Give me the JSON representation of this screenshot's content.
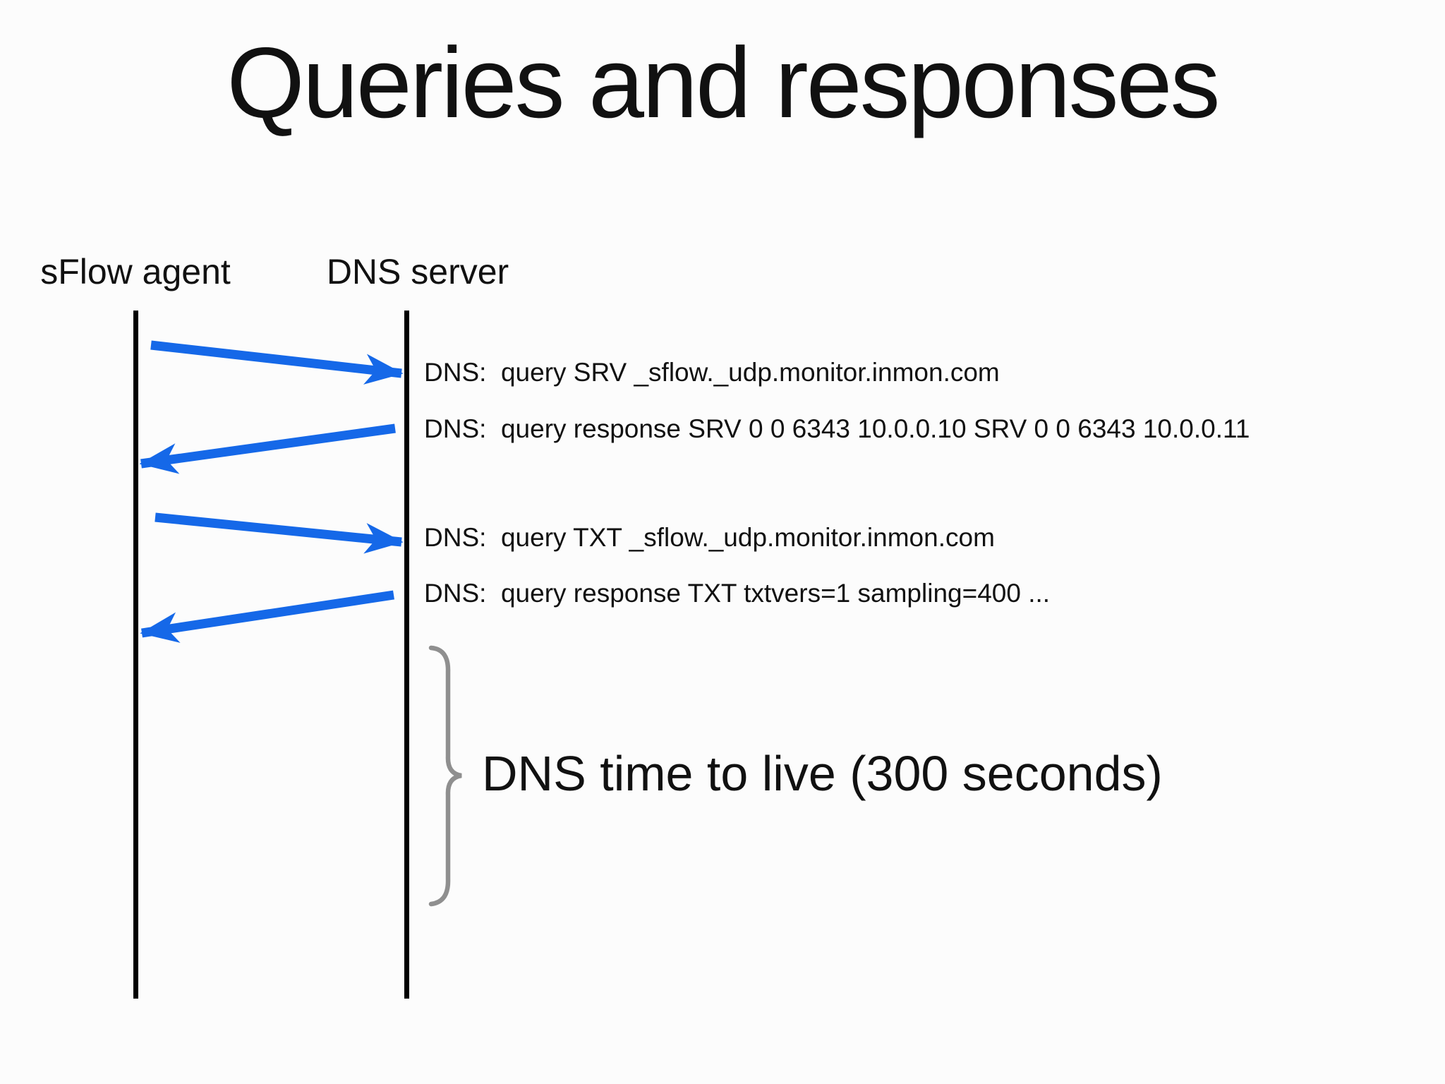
{
  "slide": {
    "title": "Queries and responses"
  },
  "actors": [
    {
      "id": "sflow-agent",
      "label": "sFlow agent"
    },
    {
      "id": "dns-server",
      "label": "DNS server"
    }
  ],
  "messages": [
    {
      "direction": "agent-to-server",
      "text": "DNS:  query SRV _sflow._udp.monitor.inmon.com"
    },
    {
      "direction": "server-to-agent",
      "text": "DNS:  query response SRV 0 0 6343 10.0.0.10 SRV 0 0 6343 10.0.0.11"
    },
    {
      "direction": "agent-to-server",
      "text": "DNS:  query TXT _sflow._udp.monitor.inmon.com"
    },
    {
      "direction": "server-to-agent",
      "text": "DNS:  query response TXT txtvers=1 sampling=400 ..."
    }
  ],
  "annotation": {
    "text": "DNS time to live (300 seconds)"
  },
  "colors": {
    "arrow": "#1568e8",
    "lifeline": "#000000",
    "brace": "#8f8f8f",
    "text": "#111111",
    "background": "#fcfcfc"
  }
}
